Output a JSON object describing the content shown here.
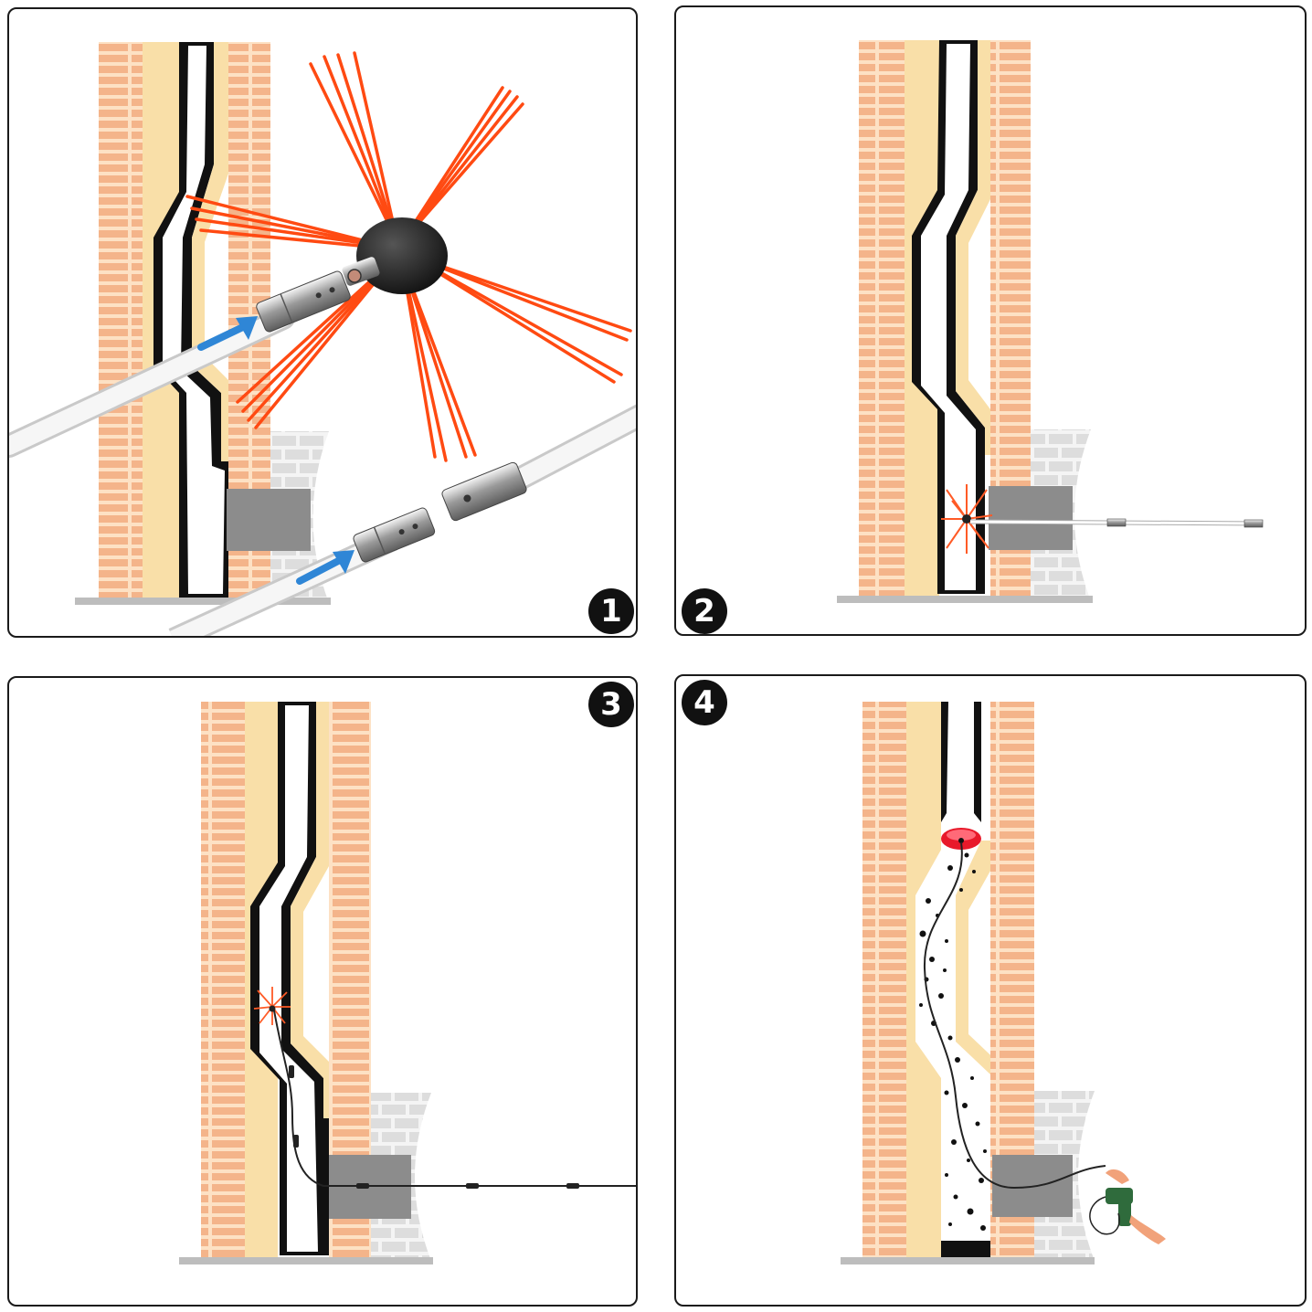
{
  "steps": [
    {
      "number": "1"
    },
    {
      "number": "2"
    },
    {
      "number": "3"
    },
    {
      "number": "4"
    }
  ],
  "colors": {
    "brick": "#f4b48a",
    "mortar": "#fde1c4",
    "liner": "#f9dfa8",
    "soot": "#111111",
    "stone": "#e3e3e3",
    "pipe": "#8c8c8c",
    "bristle": "#ff4a12",
    "arrow": "#2f86d6"
  }
}
